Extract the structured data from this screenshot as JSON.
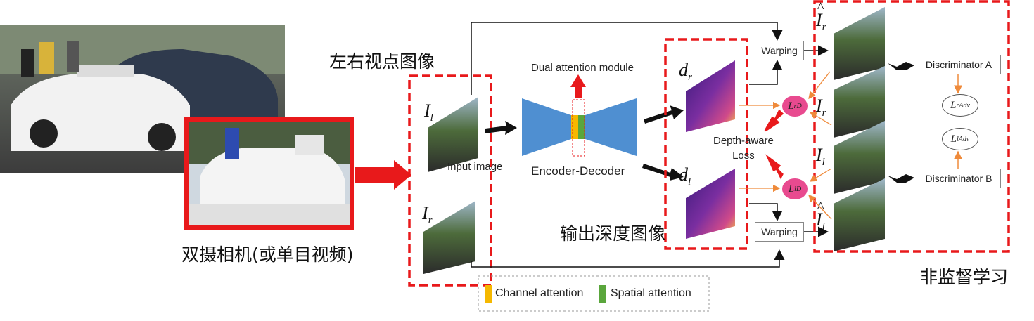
{
  "labels": {
    "stereo_views": "左右视点图像",
    "camera": "双摄相机(或单目视频)",
    "output_depth": "输出深度图像",
    "unsupervised": "非监督学习",
    "input_image": "Input image",
    "dual_attention": "Dual attention module",
    "encoder_decoder": "Encoder-Decoder",
    "depth_aware_loss": "Depth-aware\nLoss",
    "warping": "Warping",
    "discriminator_a": "Discriminator A",
    "discriminator_b": "Discriminator B",
    "channel_attention": "Channel attention",
    "spatial_attention": "Spatial attention"
  },
  "math": {
    "I": "I",
    "sub_l": "l",
    "sub_r": "r",
    "d": "d",
    "L": "L",
    "sub_D": "D",
    "sub_Adv": "Adv",
    "hat": "^"
  },
  "colors": {
    "red_dash": "#e8191b",
    "encoder_blue": "#4f8fd1",
    "channel_yellow": "#f5b800",
    "spatial_green": "#5aa63c",
    "loss_pink": "#e84a8f",
    "arrow_orange": "#ef8a3a",
    "red_arrow": "#e8191b"
  }
}
